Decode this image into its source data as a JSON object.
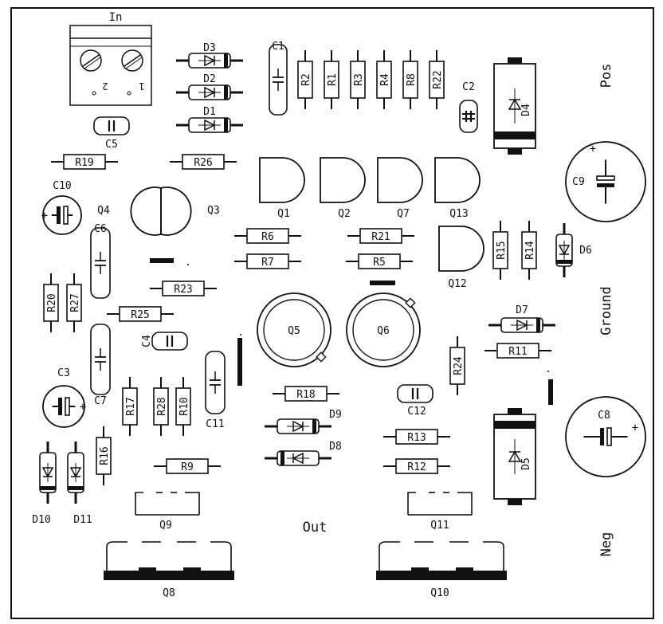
{
  "title": "In",
  "edge_labels": {
    "pos": "Pos",
    "ground": "Ground",
    "neg": "Neg",
    "out": "Out"
  },
  "terminal_pins": [
    "2",
    "1"
  ],
  "resistors": {
    "R1": "R1",
    "R2": "R2",
    "R3": "R3",
    "R4": "R4",
    "R5": "R5",
    "R6": "R6",
    "R7": "R7",
    "R8": "R8",
    "R9": "R9",
    "R10": "R10",
    "R11": "R11",
    "R12": "R12",
    "R13": "R13",
    "R14": "R14",
    "R15": "R15",
    "R16": "R16",
    "R17": "R17",
    "R18": "R18",
    "R19": "R19",
    "R20": "R20",
    "R21": "R21",
    "R22": "R22",
    "R23": "R23",
    "R24": "R24",
    "R25": "R25",
    "R26": "R26",
    "R27": "R27",
    "R28": "R28"
  },
  "capacitors": {
    "C1": "C1",
    "C2": "C2",
    "C3": "C3",
    "C4": "C4",
    "C5": "C5",
    "C6": "C6",
    "C7": "C7",
    "C8": "C8",
    "C9": "C9",
    "C10": "C10",
    "C11": "C11",
    "C12": "C12"
  },
  "diodes": {
    "D1": "D1",
    "D2": "D2",
    "D3": "D3",
    "D4": "D4",
    "D5": "D5",
    "D6": "D6",
    "D7": "D7",
    "D8": "D8",
    "D9": "D9",
    "D10": "D10",
    "D11": "D11"
  },
  "transistors": {
    "Q1": "Q1",
    "Q2": "Q2",
    "Q3": "Q3",
    "Q4": "Q4",
    "Q5": "Q5",
    "Q6": "Q6",
    "Q7": "Q7",
    "Q8": "Q8",
    "Q9": "Q9",
    "Q10": "Q10",
    "Q11": "Q11",
    "Q12": "Q12",
    "Q13": "Q13"
  },
  "polarity_mark": "+"
}
